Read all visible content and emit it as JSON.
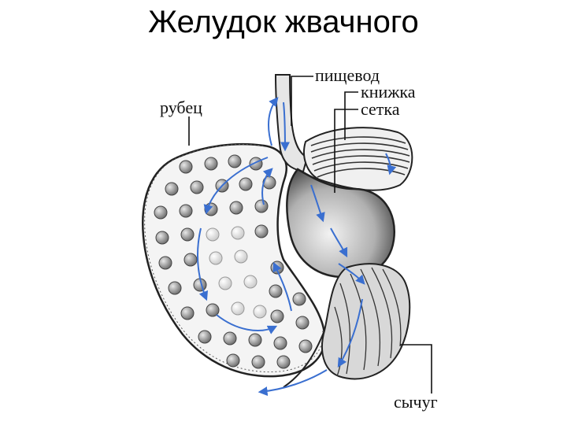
{
  "slide": {
    "title": "Желудок жвачного"
  },
  "labels": {
    "esophagus": "пищевод",
    "omasum": "книжка",
    "reticulum": "сетка",
    "rumen": "рубец",
    "abomasum": "сычуг"
  },
  "colors": {
    "arrow": "#3a6fd0",
    "outline": "#222222",
    "dot": "#8a8a8a"
  }
}
